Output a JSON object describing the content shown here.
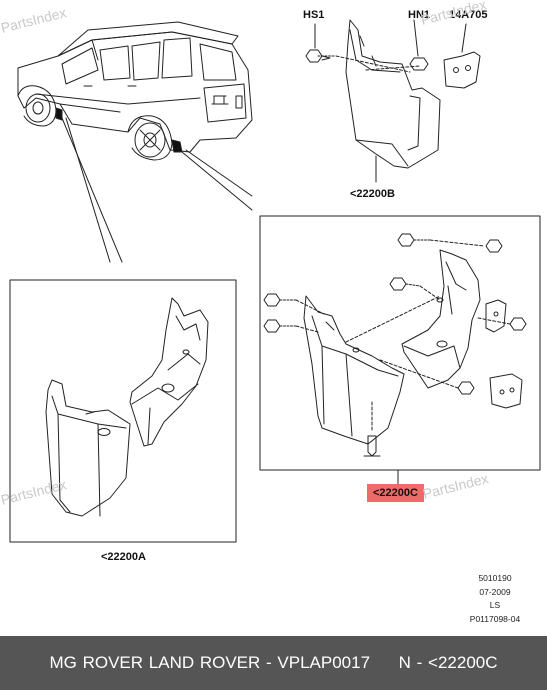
{
  "callouts": {
    "hs1": "HS1",
    "hn1": "HN1",
    "c14a705": "14A705",
    "p22200b": "<22200B",
    "p22200a": "<22200A",
    "p22200c": "<22200C"
  },
  "meta": {
    "line1": "5010190",
    "line2": "07-2009",
    "line3": "LS",
    "line4": "P0117098-04"
  },
  "watermark": "PartsIndex",
  "colors": {
    "highlight": "#f06a6a",
    "footer_bg": "#555555",
    "footer_text": "#ffffff",
    "watermark": "#c9c9c9"
  },
  "footer": {
    "title": "MG ROVER LAND ROVER - VPLAP0017     N - <22200C"
  }
}
